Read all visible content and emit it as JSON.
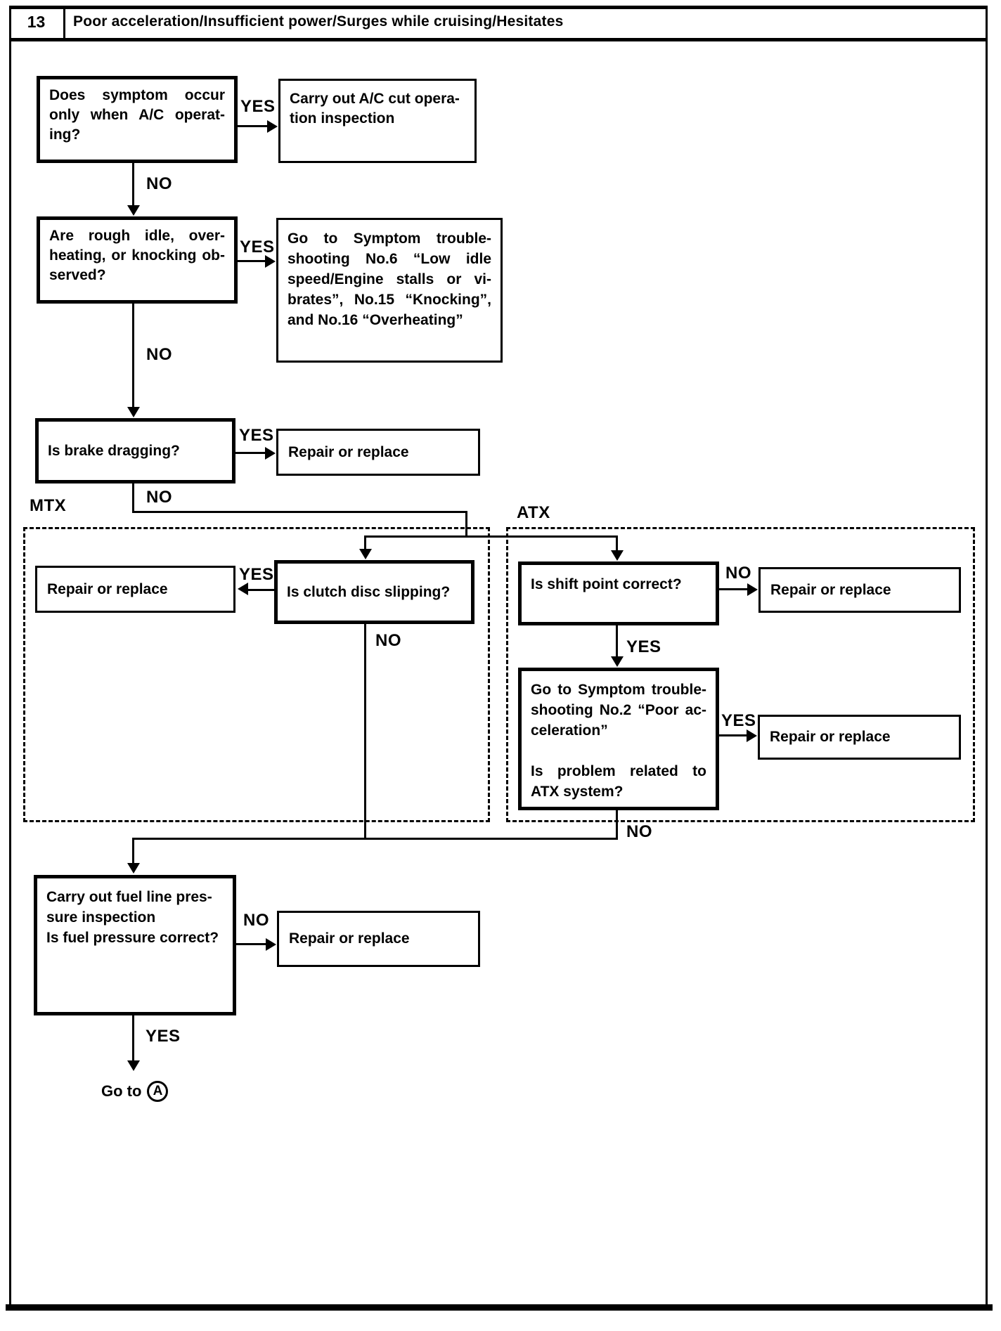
{
  "header": {
    "number": "13",
    "title": "Poor acceleration/Insufficient power/Surges while cruising/Hesitates"
  },
  "sections": {
    "mtx_label": "MTX",
    "atx_label": "ATX"
  },
  "labels": {
    "yes": "YES",
    "no": "NO"
  },
  "boxes": {
    "ac_question": {
      "type": "decision",
      "lines": [
        "Does symptom occur",
        "only when A/C operat-",
        "ing?"
      ]
    },
    "ac_action": {
      "type": "action",
      "lines": [
        "Carry out A/C cut opera-",
        "tion inspection"
      ]
    },
    "idle_question": {
      "type": "decision",
      "lines": [
        "Are rough idle, over-",
        "heating, or knocking ob-",
        "served?"
      ]
    },
    "symptom6_action": {
      "type": "action",
      "lines": [
        "Go to Symptom trouble-",
        "shooting No.6 “Low idle",
        "speed/Engine stalls or vi-",
        "brates”, No.15 “Knocking”,",
        "and No.16 “Overheating”"
      ]
    },
    "brake_question": {
      "type": "decision",
      "lines": [
        "Is brake dragging?"
      ]
    },
    "clutch_question": {
      "type": "decision",
      "lines": [
        "Is clutch disc slipping?"
      ]
    },
    "shift_question": {
      "type": "decision",
      "lines": [
        "Is shift point correct?"
      ]
    },
    "atx_question": {
      "type": "decision",
      "lines": [
        "Go to Symptom trouble-",
        "shooting No.2 “Poor ac-",
        "celeration”",
        "",
        "Is problem related to",
        "ATX system?"
      ]
    },
    "fuel_question": {
      "type": "decision",
      "lines": [
        "Carry out fuel line pres-",
        "sure inspection",
        "Is fuel pressure correct?"
      ]
    },
    "repair_action": {
      "type": "action",
      "text": "Repair or replace"
    }
  },
  "terminal": {
    "prefix": "Go to",
    "ref": "A"
  }
}
